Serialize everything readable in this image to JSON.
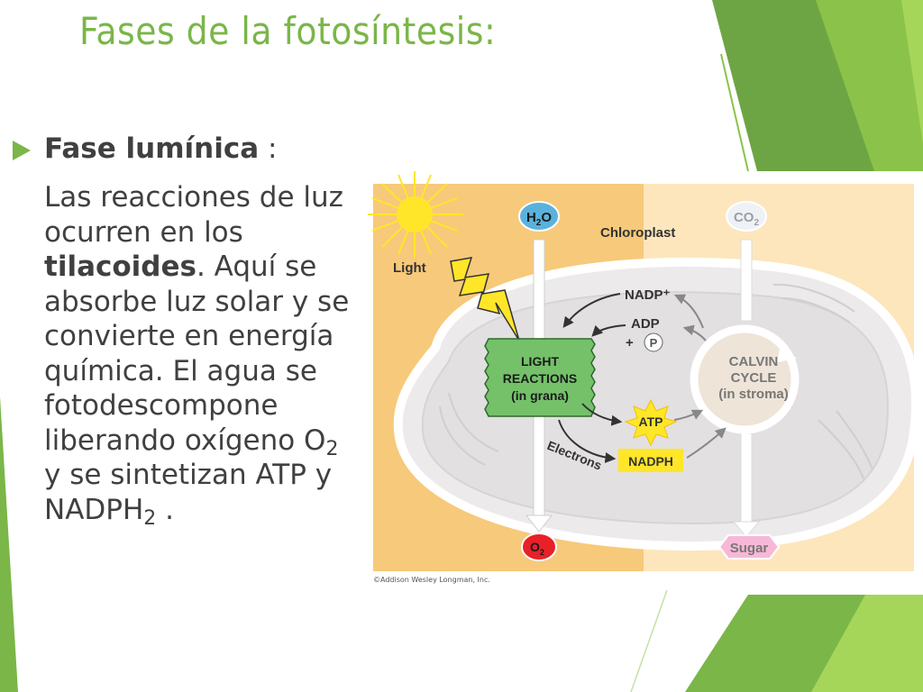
{
  "slide": {
    "title": "Fases de la fotosíntesis:",
    "heading_bold": "Fase lumínica",
    "heading_rest": " :",
    "paragraph": {
      "p1": "Las reacciones de luz ocurren en los ",
      "p1_bold": "tilacoides",
      "p2": ". Aquí se absorbe luz solar y se convierte en energía química. El agua se fotodescompone liberando oxígeno O",
      "sub1": "2",
      "p3": " y se sintetizan ATP y NADPH",
      "sub2": "2",
      "p4": " ."
    }
  },
  "diagram": {
    "chloroplast": "Chloroplast",
    "light": "Light",
    "h2o_main": "H",
    "h2o_sub": "2",
    "h2o_tail": "O",
    "co2_main": "CO",
    "co2_sub": "2",
    "o2_main": "O",
    "o2_sub": "2",
    "nadp": "NADP⁺",
    "adp": "ADP",
    "plus": "+",
    "p": "P",
    "light_reactions": [
      "LIGHT",
      "REACTIONS",
      "(in grana)"
    ],
    "calvin": [
      "CALVIN",
      "CYCLE",
      "(in stroma)"
    ],
    "atp": "ATP",
    "nadph": "NADPH",
    "electrons": "Electrons",
    "sugar": "Sugar",
    "copyright": "©Addison Wesley Longman, Inc.",
    "colors": {
      "left_panel": "#f7c97a",
      "right_panel": "#fde6bc",
      "accent_green": "#7ab648",
      "grana_green": "#74c16a",
      "h2o_blue": "#5ab2dc",
      "o2_red": "#e82028",
      "sugar_pink": "#f7b8d8",
      "sun_yellow": "#ffe629"
    }
  }
}
